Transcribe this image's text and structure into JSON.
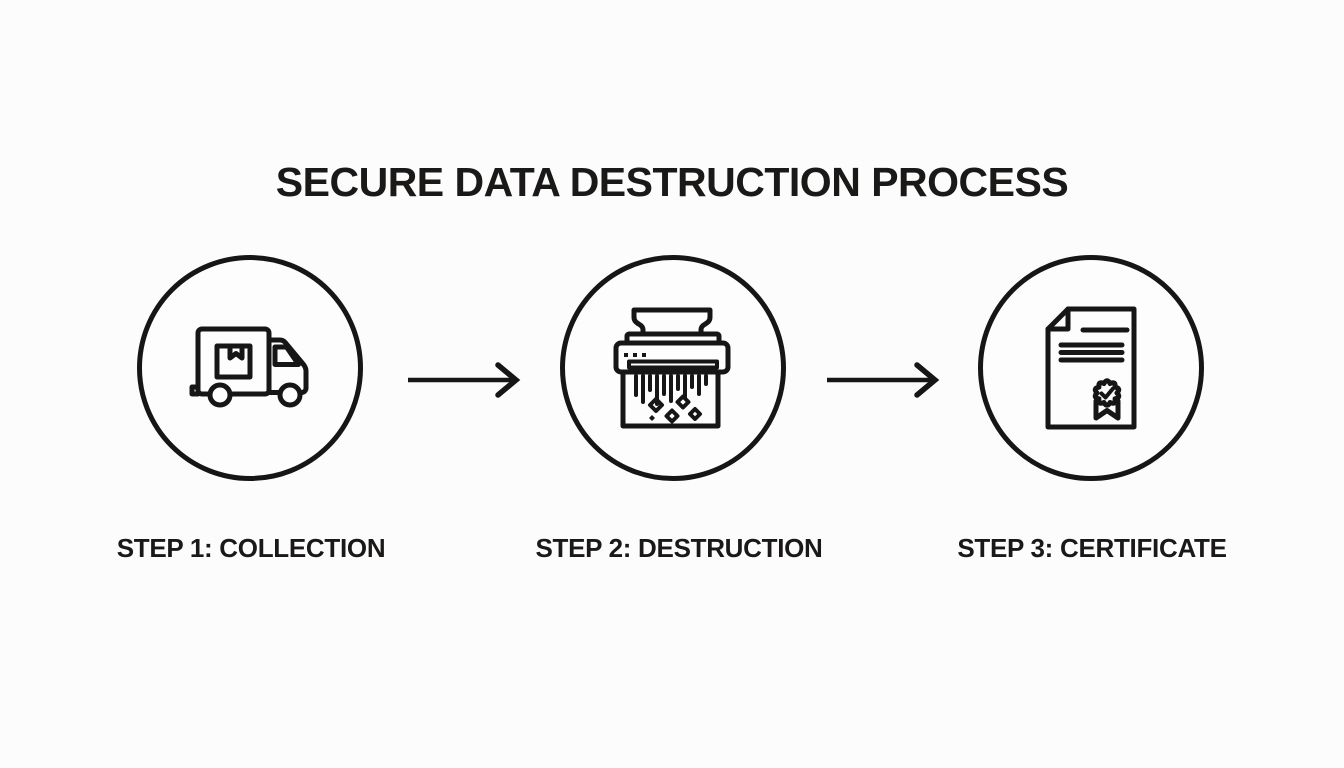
{
  "title": "SECURE DATA DESTRUCTION PROCESS",
  "steps": [
    {
      "label": "STEP 1: COLLECTION",
      "icon": "delivery-truck-icon"
    },
    {
      "label": "STEP 2: DESTRUCTION",
      "icon": "shredder-icon"
    },
    {
      "label": "STEP 3: CERTIFICATE",
      "icon": "certificate-icon"
    }
  ],
  "arrows": [
    {
      "icon": "arrow-right-icon"
    },
    {
      "icon": "arrow-right-icon"
    }
  ],
  "colors": {
    "background": "#fcfcfc",
    "line": "#161616",
    "text": "#1b1918"
  }
}
